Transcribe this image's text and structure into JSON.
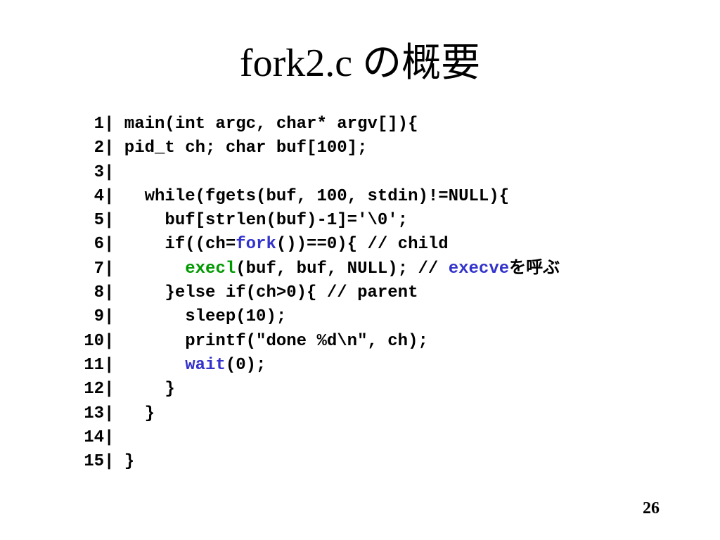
{
  "slide": {
    "title": "fork2.c の概要",
    "page_number": "26"
  },
  "colors": {
    "text": "#000000",
    "keyword_green": "#009900",
    "keyword_blue": "#3333cc",
    "background": "#ffffff"
  },
  "code_lines": [
    {
      "num": "1",
      "segments": [
        {
          "text": " main(int argc, char* argv[]){",
          "color": "black"
        }
      ]
    },
    {
      "num": "2",
      "segments": [
        {
          "text": " pid_t ch; char buf[100];",
          "color": "black"
        }
      ]
    },
    {
      "num": "3",
      "segments": []
    },
    {
      "num": "4",
      "segments": [
        {
          "text": "   while(fgets(buf, 100, stdin)!=NULL){",
          "color": "black"
        }
      ]
    },
    {
      "num": "5",
      "segments": [
        {
          "text": "     buf[strlen(buf)-1]='\\0';",
          "color": "black"
        }
      ]
    },
    {
      "num": "6",
      "segments": [
        {
          "text": "     if((ch=",
          "color": "black"
        },
        {
          "text": "fork",
          "color": "blue"
        },
        {
          "text": "())==0){ // child",
          "color": "black"
        }
      ]
    },
    {
      "num": "7",
      "segments": [
        {
          "text": "       ",
          "color": "black"
        },
        {
          "text": "execl",
          "color": "green"
        },
        {
          "text": "(buf, buf, NULL); // ",
          "color": "black"
        },
        {
          "text": "execve",
          "color": "blue"
        },
        {
          "text": "を呼ぶ",
          "color": "black"
        }
      ]
    },
    {
      "num": "8",
      "segments": [
        {
          "text": "     }else if(ch>0){ // parent",
          "color": "black"
        }
      ]
    },
    {
      "num": "9",
      "segments": [
        {
          "text": "       sleep(10);",
          "color": "black"
        }
      ]
    },
    {
      "num": "10",
      "segments": [
        {
          "text": "       printf(\"done %d\\n\", ch);",
          "color": "black"
        }
      ]
    },
    {
      "num": "11",
      "segments": [
        {
          "text": "       ",
          "color": "black"
        },
        {
          "text": "wait",
          "color": "blue"
        },
        {
          "text": "(0);",
          "color": "black"
        }
      ]
    },
    {
      "num": "12",
      "segments": [
        {
          "text": "     }",
          "color": "black"
        }
      ]
    },
    {
      "num": "13",
      "segments": [
        {
          "text": "   }",
          "color": "black"
        }
      ]
    },
    {
      "num": "14",
      "segments": []
    },
    {
      "num": "15",
      "segments": [
        {
          "text": " }",
          "color": "black"
        }
      ]
    }
  ]
}
